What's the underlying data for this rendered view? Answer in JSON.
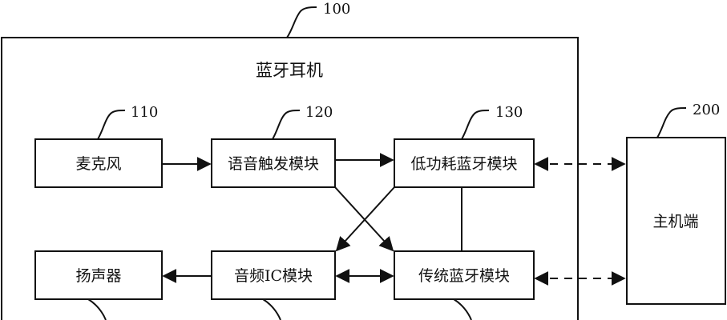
{
  "title": "蓝牙耳机",
  "refs": {
    "headset": "100",
    "microphone": "110",
    "voice_trigger": "120",
    "ble": "130",
    "host": "200"
  },
  "boxes": {
    "microphone": "麦克风",
    "voice_trigger": "语音触发模块",
    "ble": "低功耗蓝牙模块",
    "speaker": "扬声器",
    "audio_ic": "音频IC模块",
    "classic_bt": "传统蓝牙模块",
    "host": "主机端"
  }
}
